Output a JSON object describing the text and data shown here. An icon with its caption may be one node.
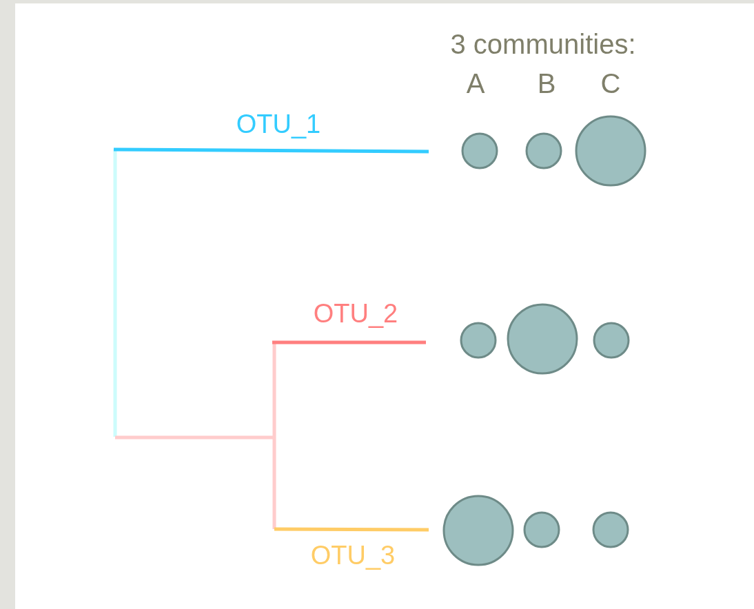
{
  "diagram": {
    "labels": [
      "3 communities:",
      "A",
      "B",
      "C",
      "OTU_1",
      "OTU_2",
      "OTU_3"
    ]
  }
}
